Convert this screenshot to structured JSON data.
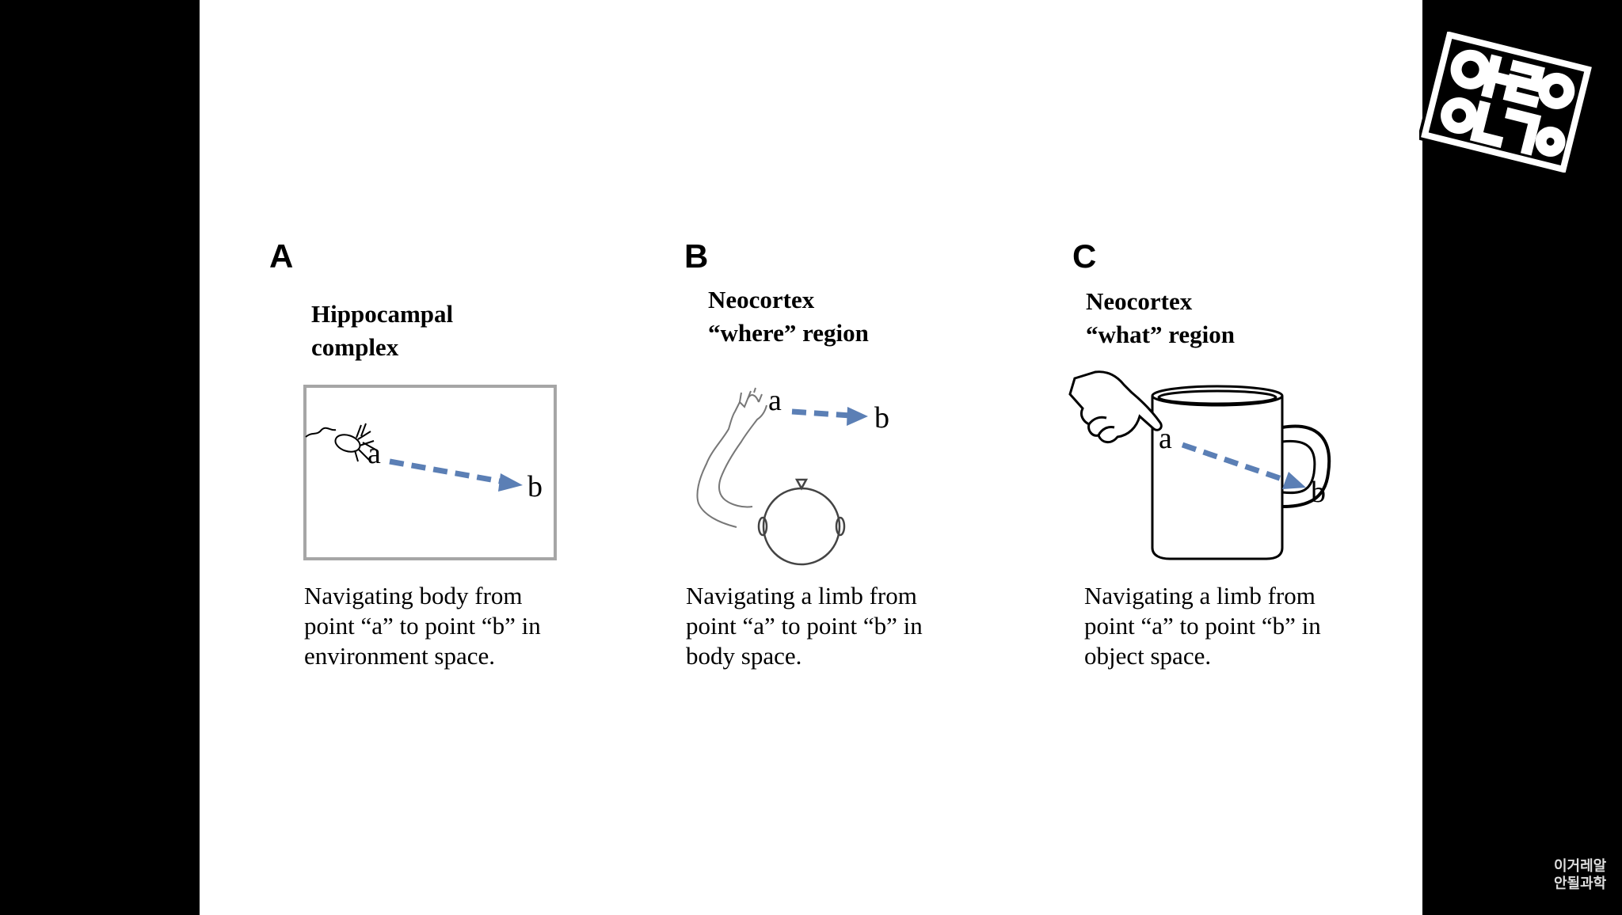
{
  "panels": [
    {
      "letter": "A",
      "title_lines": [
        "Hippocampal",
        "complex"
      ],
      "point_a": "a",
      "point_b": "b",
      "caption_lines": [
        "Navigating body from",
        "point “a” to point “b” in",
        "environment space."
      ]
    },
    {
      "letter": "B",
      "title_lines": [
        "Neocortex",
        "“where” region"
      ],
      "point_a": "a",
      "point_b": "b",
      "caption_lines": [
        "Navigating a limb from",
        "point “a” to point “b” in",
        "body space."
      ]
    },
    {
      "letter": "C",
      "title_lines": [
        "Neocortex",
        "“what” region"
      ],
      "point_a": "a",
      "point_b": "b",
      "caption_lines": [
        "Navigating a limb from",
        "point “a” to point “b” in",
        "object space."
      ]
    }
  ],
  "logo": {
    "text": "이과형",
    "name": "channel-logo"
  },
  "watermark": {
    "line1": "이거레알",
    "line2": "안될과학"
  },
  "colors": {
    "arrow": "#5b7fb5",
    "frame": "#a6a6a6",
    "background": "#000000",
    "slide": "#ffffff"
  }
}
